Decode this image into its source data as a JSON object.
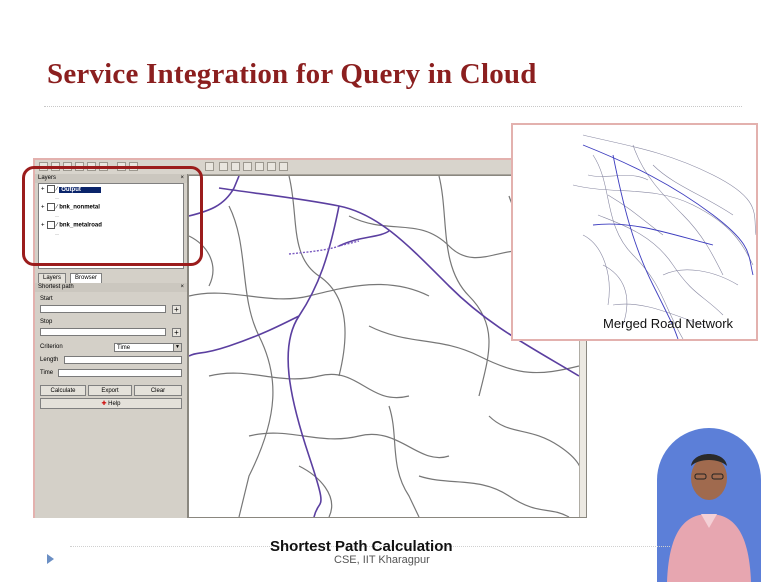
{
  "slide": {
    "title": "Service Integration for Query in Cloud",
    "caption": "Shortest Path Calculation",
    "footer": "CSE, IIT Kharagpur"
  },
  "inset": {
    "caption": "Merged Road Network"
  },
  "qgis": {
    "layers_panel": {
      "title": "Layers",
      "close": "×",
      "layers": [
        {
          "name": "Output",
          "checked": true,
          "selected": true
        },
        {
          "name": "bnk_nonmetal",
          "checked": true,
          "selected": false
        },
        {
          "name": "bnk_metalroad",
          "checked": true,
          "selected": false
        }
      ]
    },
    "tabs": [
      "Layers",
      "Browser"
    ],
    "shortest_path": {
      "title": "Shortest path",
      "close": "×",
      "start_label": "Start",
      "stop_label": "Stop",
      "criterion_label": "Criterion",
      "criterion_value": "Time",
      "length_label": "Length",
      "time_label": "Time",
      "calculate": "Calculate",
      "export": "Export",
      "clear": "Clear",
      "help": "Help"
    }
  },
  "colors": {
    "title": "#8b1f1f",
    "highlight": "#9b1c1c",
    "road_major": "#5b3fa0",
    "road_minor": "#777777"
  }
}
